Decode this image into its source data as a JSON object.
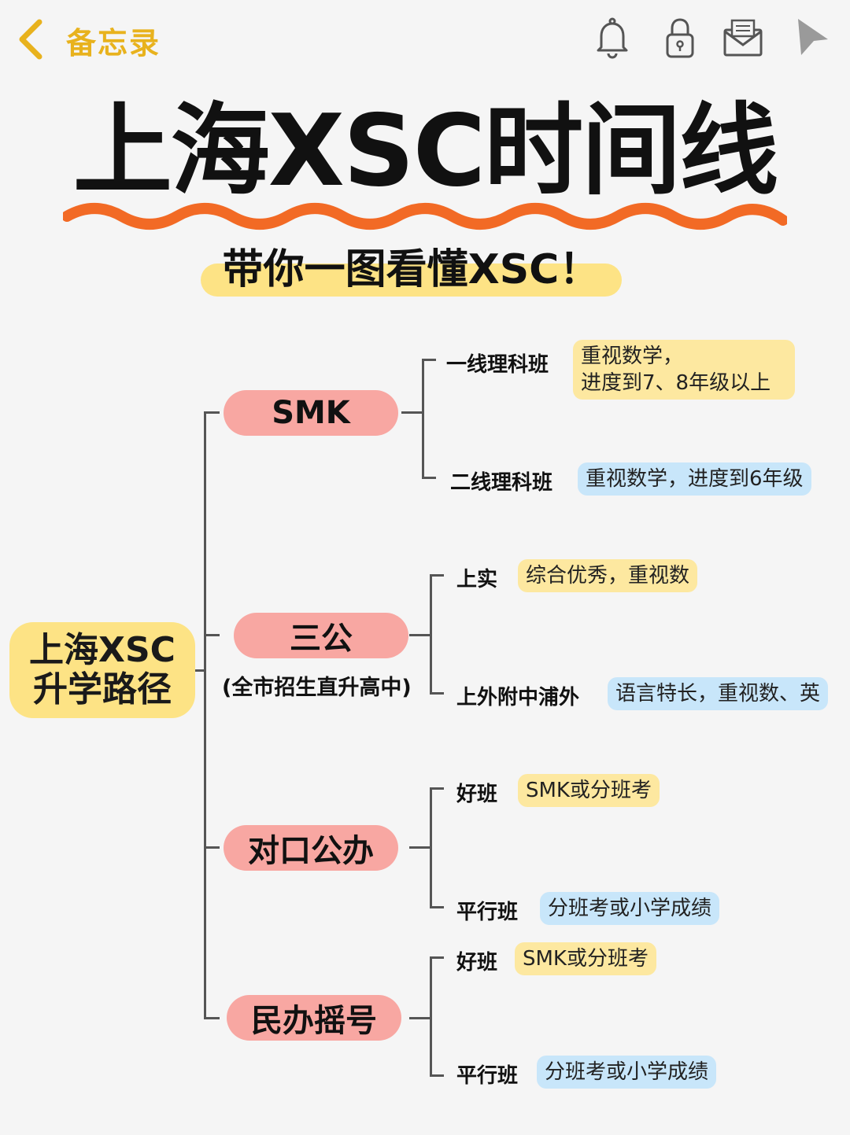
{
  "header": {
    "back_label": "备忘录",
    "icons": [
      "bell-icon",
      "lock-icon",
      "mail-icon",
      "pointer-icon"
    ]
  },
  "title": "上海XSC时间线",
  "subtitle": "带你一图看懂XSC！",
  "colors": {
    "accent": "#e8b21d",
    "wave": "#f26a25",
    "highlight": "#fde385",
    "category": "#f8a7a2",
    "tag_yellow": "#fde8a0",
    "tag_blue": "#c8e6fa"
  },
  "tree": {
    "root_line1": "上海XSC",
    "root_line2": "升学路径",
    "categories": [
      {
        "label": "SMK",
        "branches": [
          {
            "name": "一线理科班",
            "tag_line1": "重视数学，",
            "tag_line2": "进度到7、8年级以上"
          },
          {
            "name": "二线理科班",
            "tag": "重视数学，进度到6年级"
          }
        ]
      },
      {
        "label": "三公",
        "note": "(全市招生直升高中)",
        "branches": [
          {
            "name": "上实",
            "tag": "综合优秀，重视数"
          },
          {
            "name": "上外附中浦外",
            "tag": "语言特长，重视数、英"
          }
        ]
      },
      {
        "label": "对口公办",
        "branches": [
          {
            "name": "好班",
            "tag": "SMK或分班考"
          },
          {
            "name": "平行班",
            "tag": "分班考或小学成绩"
          }
        ]
      },
      {
        "label": "民办摇号",
        "branches": [
          {
            "name": "好班",
            "tag": "SMK或分班考"
          },
          {
            "name": "平行班",
            "tag": "分班考或小学成绩"
          }
        ]
      }
    ]
  }
}
